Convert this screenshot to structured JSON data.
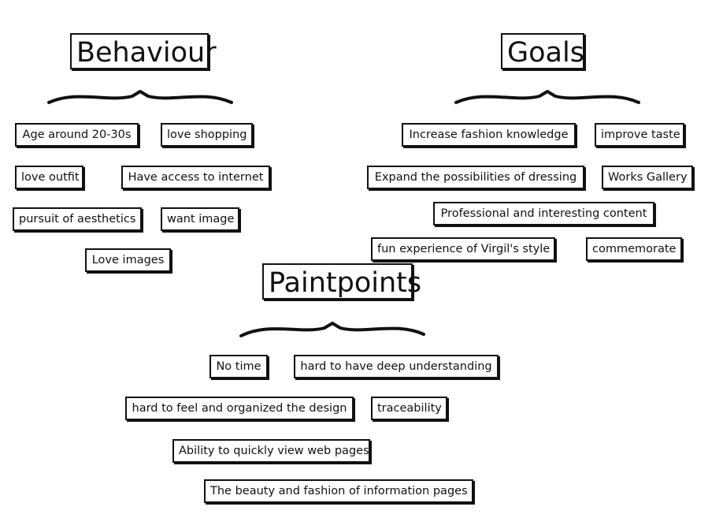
{
  "behaviour": {
    "title": "Behaviour",
    "items": [
      "Age around 20-30s",
      "love shopping",
      "love outfit",
      "Have access to internet",
      "pursuit of aesthetics",
      "want image",
      "Love images"
    ]
  },
  "goals": {
    "title": "Goals",
    "items": [
      "Increase fashion knowledge",
      "improve taste",
      "Expand the possibilities of dressing",
      "Works Gallery",
      "Professional and interesting content",
      "fun experience of Virgil's style",
      "commemorate"
    ]
  },
  "paintpoints": {
    "title": "Paintpoints",
    "items": [
      "No time",
      "hard to have deep understanding",
      "hard to feel and organized the design",
      "traceability",
      "Ability to quickly view web pages",
      "The beauty and fashion of information pages"
    ]
  }
}
